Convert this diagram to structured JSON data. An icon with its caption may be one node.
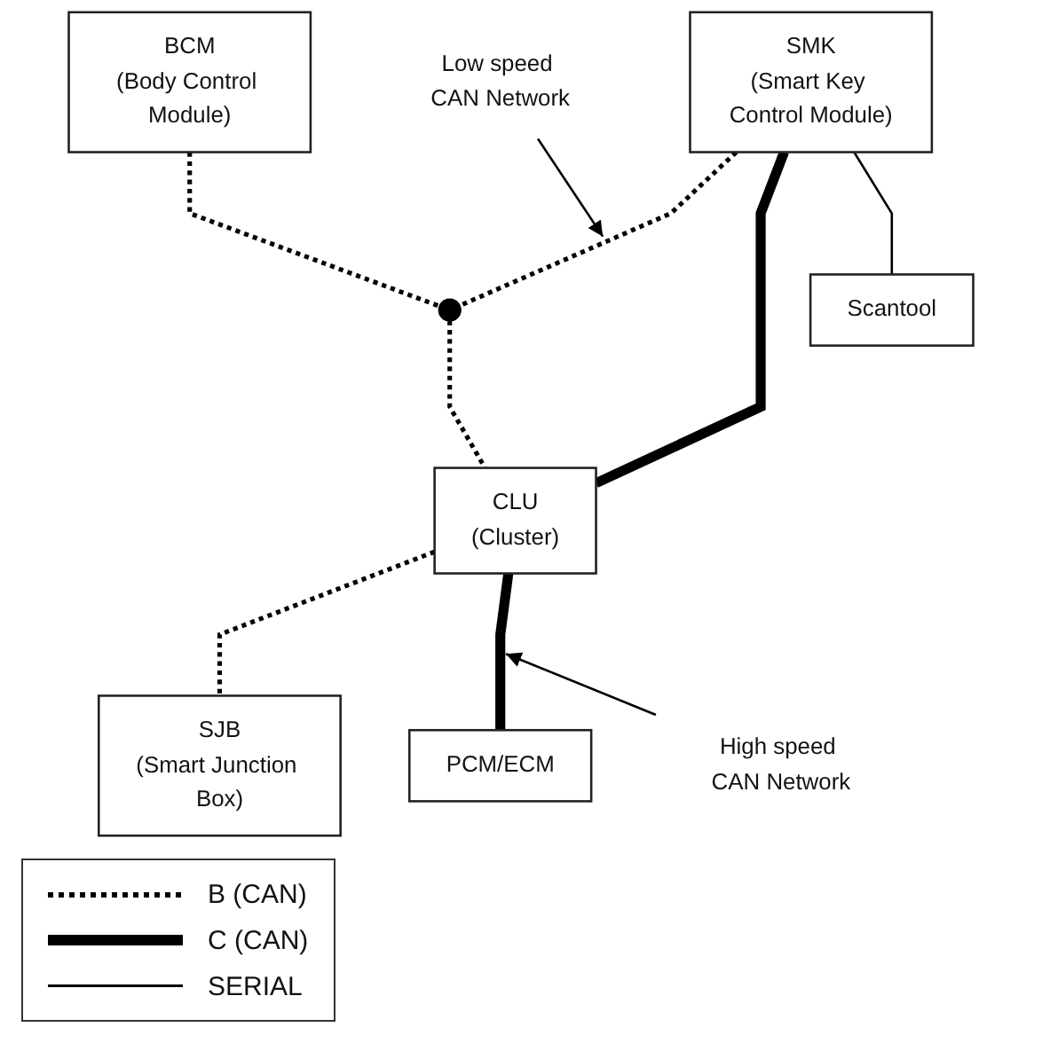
{
  "diagram": {
    "nodes": [
      {
        "text": [
          "BCM",
          "(Body Control Module)"
        ]
      },
      {
        "text": [
          "Low speed CAN Network"
        ]
      },
      {
        "text": [
          "SMK",
          "(Smart Key Control Module)"
        ]
      },
      {
        "text": [],
        "shape": "circle"
      },
      {
        "text": [
          "CLU",
          "(Cluster)"
        ]
      },
      {
        "text": [
          "PCM/ECM"
        ]
      },
      {
        "text": [
          "Scantool"
        ]
      },
      {
        "text": [
          "High speed CAN Network"
        ]
      },
      {
        "text": [
          "SJB",
          "(Smart Junction Box)"
        ]
      }
    ],
    "edges": [
      {
        "from": 2,
        "to": 3,
        "arrow": "none",
        "style": "dashed"
      },
      {
        "from": 0,
        "to": 3,
        "arrow": "none",
        "style": "dashed"
      },
      {
        "from": 3,
        "to": 4,
        "arrow": "none",
        "style": "dashed"
      },
      {
        "from": 4,
        "to": 8,
        "arrow": "none",
        "style": "dashed"
      },
      {
        "from": 2,
        "to": 4,
        "arrow": "none",
        "style": "thick"
      },
      {
        "from": 4,
        "to": 5,
        "arrow": "none",
        "style": "thick"
      },
      {
        "from": 2,
        "to": 6,
        "arrow": "none"
      },
      {
        "from": 1,
        "to": null,
        "arrow": "to"
      },
      {
        "from": 7,
        "to": null,
        "arrow": "to"
      }
    ],
    "legend": [
      {
        "text": "B (CAN)"
      },
      {
        "text": "C (CAN)"
      },
      {
        "text": "SERIAL"
      }
    ]
  }
}
